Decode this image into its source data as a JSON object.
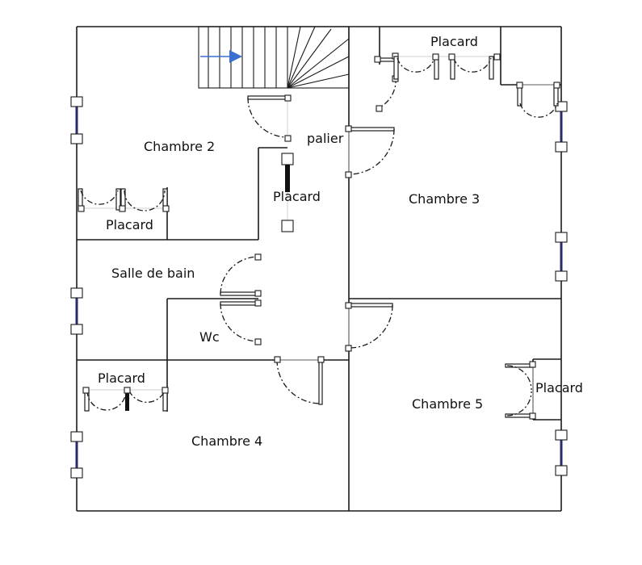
{
  "rooms": {
    "chambre_2": "Chambre 2",
    "chambre_3": "Chambre 3",
    "chambre_4": "Chambre 4",
    "chambre_5": "Chambre 5",
    "palier": "palier",
    "salle_de_bain": "Salle de bain",
    "wc": "Wc"
  },
  "placards": {
    "top_right": "Placard",
    "center": "Placard",
    "left_upper": "Placard",
    "left_lower": "Placard",
    "right": "Placard"
  },
  "colors": {
    "walls": "#1a1a1a",
    "window_frame": "#2b2b6b",
    "stair_arrow": "#3a6fd0"
  }
}
